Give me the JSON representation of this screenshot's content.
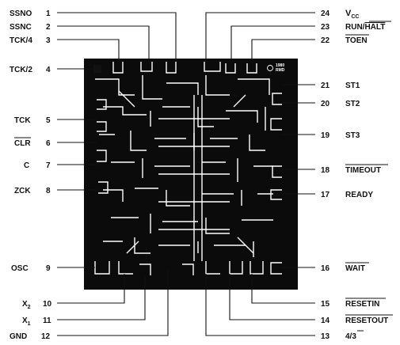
{
  "pins": [
    {
      "num": "1",
      "name": "SSNO"
    },
    {
      "num": "2",
      "name": "SSNC"
    },
    {
      "num": "3",
      "name": "TCK/4"
    },
    {
      "num": "4",
      "name": "TCK/2"
    },
    {
      "num": "5",
      "name": "TCK"
    },
    {
      "num": "6",
      "name": "CLR",
      "overline": true
    },
    {
      "num": "7",
      "name": "C"
    },
    {
      "num": "8",
      "name": "ZCK"
    },
    {
      "num": "9",
      "name": "OSC"
    },
    {
      "num": "10",
      "name": "X",
      "sub": "2"
    },
    {
      "num": "11",
      "name": "X",
      "sub": "1"
    },
    {
      "num": "12",
      "name": "GND"
    },
    {
      "num": "13",
      "name": "4/",
      "ov_part": "3"
    },
    {
      "num": "14",
      "name": "RESETOUT",
      "overline": true
    },
    {
      "num": "15",
      "name": "RESETIN",
      "overline": true
    },
    {
      "num": "16",
      "name": "WAIT",
      "overline": true
    },
    {
      "num": "17",
      "name": "READY"
    },
    {
      "num": "18",
      "name": "TIMEOUT",
      "overline": true
    },
    {
      "num": "19",
      "name": "ST3"
    },
    {
      "num": "20",
      "name": "ST2"
    },
    {
      "num": "21",
      "name": "ST1"
    },
    {
      "num": "22",
      "name": "TOEN",
      "overline": true
    },
    {
      "num": "23",
      "name": "RUN/",
      "ov_part": "HALT"
    },
    {
      "num": "24",
      "name": "V",
      "sub": "CC"
    }
  ],
  "die_marking": {
    "line1": "1980",
    "line2": "RMD"
  }
}
